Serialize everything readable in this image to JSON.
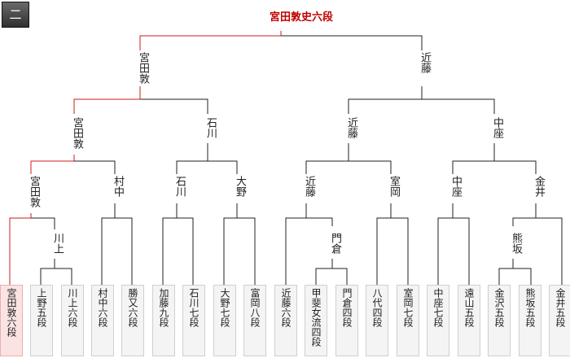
{
  "tab_label": "二",
  "champion": "宮田敦史六段",
  "colors": {
    "winner_line": "#c81e1e",
    "line": "#222222"
  },
  "round4": [
    "宮田敦",
    "近藤"
  ],
  "round3": [
    "宮田敦",
    "石川",
    "近藤",
    "中座"
  ],
  "round2": [
    "宮田敦",
    "村中",
    "石川",
    "大野",
    "近藤",
    "室岡",
    "中座",
    "金井"
  ],
  "round1": [
    "川上",
    "門倉",
    "熊坂"
  ],
  "players": [
    "宮田敦六段",
    "上野五段",
    "川上六段",
    "村中六段",
    "勝又六段",
    "加藤九段",
    "石川七段",
    "大野七段",
    "富岡八段",
    "近藤六段",
    "甲斐女流四段",
    "門倉四段",
    "八代四段",
    "室岡七段",
    "中座七段",
    "遠山五段",
    "金沢五段",
    "熊坂五段",
    "金井五段"
  ]
}
